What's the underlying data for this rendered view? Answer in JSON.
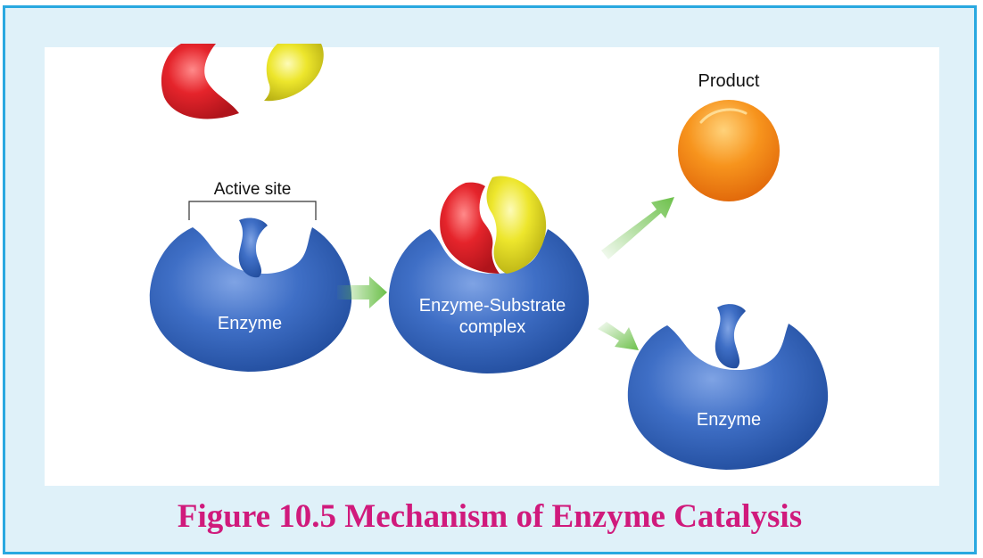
{
  "diagram": {
    "active_site_label": "Active site",
    "enzyme_label_left": "Enzyme",
    "complex_label_line1": "Enzyme-Substrate",
    "complex_label_line2": "complex",
    "product_label": "Product",
    "enzyme_label_right": "Enzyme"
  },
  "caption": "Figure 10.5 Mechanism of Enzyme Catalysis",
  "colors": {
    "frame_border": "#29a8e0",
    "frame_bg": "#dff1f9",
    "enzyme": "#2d5fb3",
    "substrate_red": "#e0232a",
    "substrate_yellow": "#e8e22a",
    "product": "#f7941d",
    "arrow": "#6cc04a",
    "caption": "#d01a7c"
  }
}
